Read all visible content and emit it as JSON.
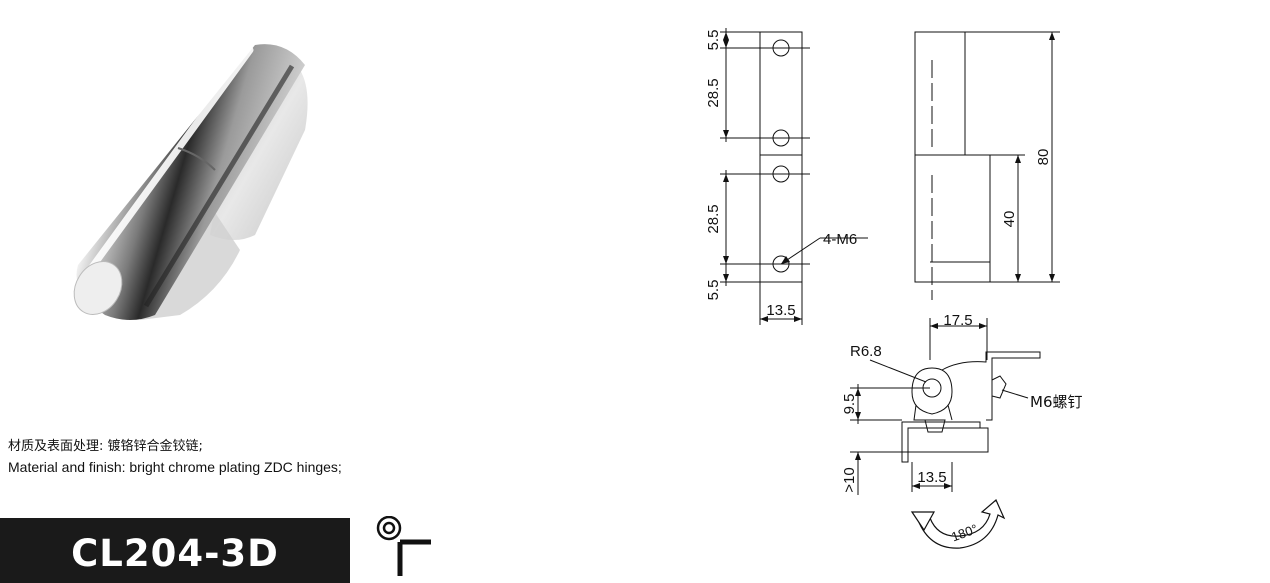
{
  "product": {
    "model": "CL204-3D",
    "description_cn": "材质及表面处理: 镀铬锌合金铰链;",
    "description_en": "Material and finish: bright chrome plating ZDC hinges;"
  },
  "drawing": {
    "front_view": {
      "dim_top_edge": "5.5",
      "dim_upper_pitch": "28.5",
      "dim_lower_pitch": "28.5",
      "dim_bottom_edge": "5.5",
      "dim_width": "13.5",
      "hole_callout": "4-M6"
    },
    "side_view": {
      "dim_total_height": "80",
      "dim_lower_height": "40"
    },
    "top_view": {
      "dim_offset": "17.5",
      "dim_radius": "R6.8",
      "dim_pin_height": "9.5",
      "dim_min_thickness": ">10",
      "dim_base_width": "13.5",
      "screw_callout": "M6螺钉",
      "rotation_angle": "180°"
    }
  },
  "colors": {
    "model_bar": "#1a1a1a",
    "chrome_highlight": "#ffffff",
    "chrome_shadow": "#2a2a2a"
  }
}
